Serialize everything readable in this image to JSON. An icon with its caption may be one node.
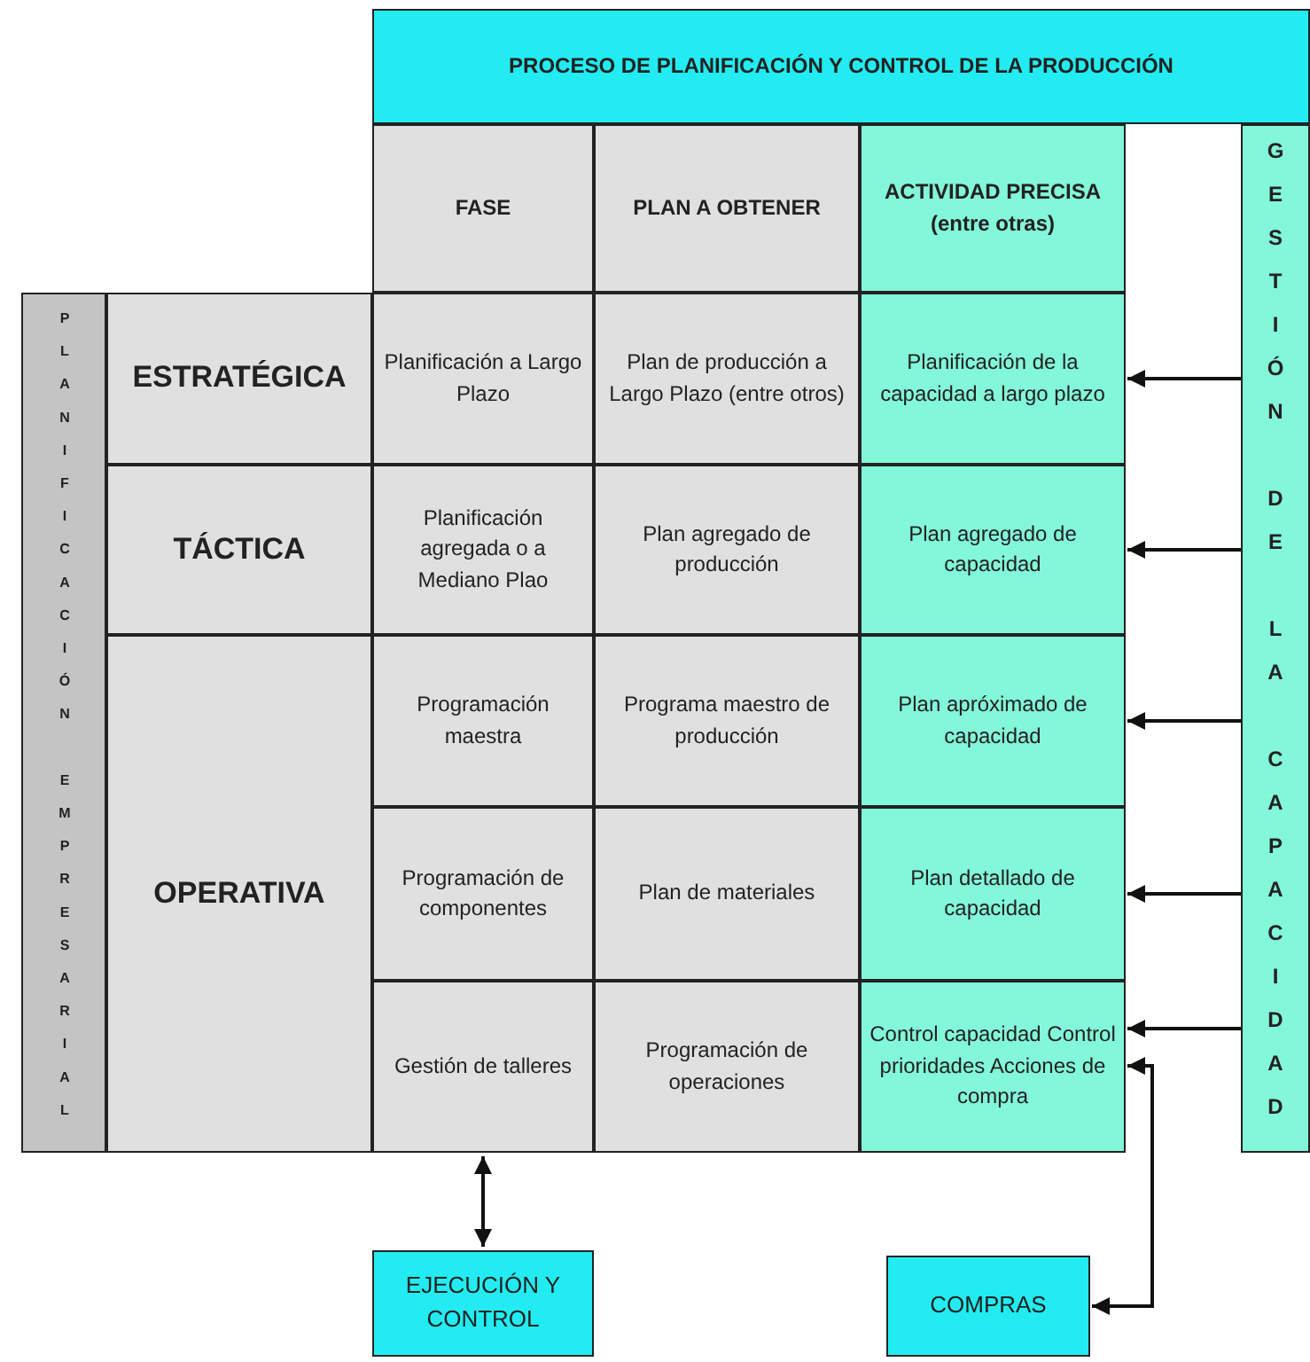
{
  "diagram": {
    "nodes": [
      {
        "text": [
          "PROCESO DE PLANIFICACIÓN Y CONTROL DE LA PRODUCCIÓN"
        ]
      },
      {
        "text": [
          "FASE"
        ]
      },
      {
        "text": [
          "PLAN A OBTENER"
        ]
      },
      {
        "text": [
          "ACTIVIDAD PRECISA (entre otras)"
        ]
      },
      {
        "text": [
          "GESTIÓN DE LA CAPACIDAD"
        ]
      },
      {
        "text": [
          "PLANIFICACIÓN EMPRESARIAL"
        ]
      },
      {
        "text": [
          "ESTRATÉGICA"
        ]
      },
      {
        "text": [
          "Planificación a Largo Plazo"
        ]
      },
      {
        "text": [
          "Plan de producción a Largo Plazo (entre otros)"
        ]
      },
      {
        "text": [
          "Planificación de la capacidad a largo plazo"
        ]
      },
      {
        "text": [
          "TÁCTICA"
        ]
      },
      {
        "text": [
          "Planificación agregada o a Mediano Plao"
        ]
      },
      {
        "text": [
          "Plan agregado de producción"
        ]
      },
      {
        "text": [
          "Plan agregado de capacidad"
        ]
      },
      {
        "text": [
          "OPERATIVA"
        ]
      },
      {
        "text": [
          "Programación maestra"
        ]
      },
      {
        "text": [
          "Programa maestro de producción"
        ]
      },
      {
        "text": [
          "Plan apróximado de capacidad"
        ]
      },
      {
        "text": [
          "Programación de componentes"
        ]
      },
      {
        "text": [
          "Plan de materiales"
        ]
      },
      {
        "text": [
          "Plan detallado de capacidad"
        ]
      },
      {
        "text": [
          "Gestión de talleres"
        ]
      },
      {
        "text": [
          "Programación de operaciones"
        ]
      },
      {
        "text": [
          "Control capacidad Control prioridades Acciones de compra"
        ]
      },
      {
        "text": [
          "EJECUCIÓN Y CONTROL"
        ]
      },
      {
        "text": [
          "COMPRAS"
        ]
      }
    ],
    "edges": [
      {
        "from": 4,
        "to": 9,
        "arrow": "to"
      },
      {
        "from": 4,
        "to": 13,
        "arrow": "to"
      },
      {
        "from": 4,
        "to": 17,
        "arrow": "to"
      },
      {
        "from": 4,
        "to": 20,
        "arrow": "to"
      },
      {
        "from": 4,
        "to": 23,
        "arrow": "to"
      },
      {
        "from": 21,
        "to": 24,
        "arrow": "both"
      },
      {
        "from": 25,
        "to": 23,
        "arrow": "both"
      }
    ]
  }
}
